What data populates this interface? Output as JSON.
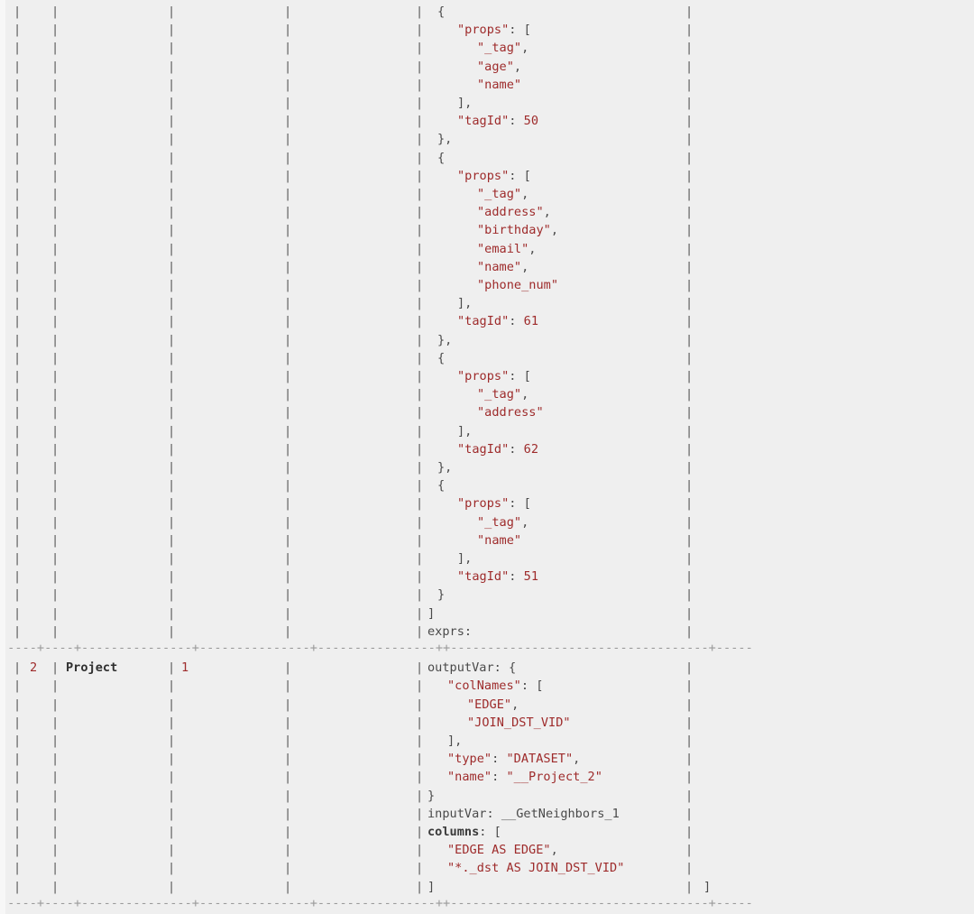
{
  "console": {
    "title": "Execution Plan Output",
    "background_color": "#efefef",
    "string_color": "#9e2b2b",
    "punct_color": "#4a4a4a",
    "separator_color": "#9a9a9a"
  },
  "table": {
    "column_separator": "|",
    "row_separator_char": "-",
    "junction_char": "+",
    "col_x": [
      15,
      57,
      186,
      315,
      461,
      760
    ],
    "row_separator_1": "+------+--------------+-------------+---------------+--------------------------------+",
    "row_separator_2": "+------+--------------+-------------+---------------+--------------------------------+"
  },
  "rows": [
    {
      "id": "",
      "name": "",
      "dependencies": "",
      "profiling_data": "",
      "operator_info_lines": [
        {
          "indent": 0,
          "tokens": [
            {
              "t": "punct",
              "v": "{"
            }
          ]
        },
        {
          "indent": 2,
          "tokens": [
            {
              "t": "str",
              "v": "\"props\""
            },
            {
              "t": "punct",
              "v": ": ["
            }
          ]
        },
        {
          "indent": 4,
          "tokens": [
            {
              "t": "str",
              "v": "\"_tag\""
            },
            {
              "t": "punct",
              "v": ","
            }
          ]
        },
        {
          "indent": 4,
          "tokens": [
            {
              "t": "str",
              "v": "\"age\""
            },
            {
              "t": "punct",
              "v": ","
            }
          ]
        },
        {
          "indent": 4,
          "tokens": [
            {
              "t": "str",
              "v": "\"name\""
            }
          ]
        },
        {
          "indent": 2,
          "tokens": [
            {
              "t": "punct",
              "v": "],"
            }
          ]
        },
        {
          "indent": 2,
          "tokens": [
            {
              "t": "str",
              "v": "\"tagId\""
            },
            {
              "t": "punct",
              "v": ": "
            },
            {
              "t": "num",
              "v": "50"
            }
          ]
        },
        {
          "indent": 0,
          "tokens": [
            {
              "t": "punct",
              "v": "},"
            }
          ]
        },
        {
          "indent": 0,
          "tokens": [
            {
              "t": "punct",
              "v": "{"
            }
          ]
        },
        {
          "indent": 2,
          "tokens": [
            {
              "t": "str",
              "v": "\"props\""
            },
            {
              "t": "punct",
              "v": ": ["
            }
          ]
        },
        {
          "indent": 4,
          "tokens": [
            {
              "t": "str",
              "v": "\"_tag\""
            },
            {
              "t": "punct",
              "v": ","
            }
          ]
        },
        {
          "indent": 4,
          "tokens": [
            {
              "t": "str",
              "v": "\"address\""
            },
            {
              "t": "punct",
              "v": ","
            }
          ]
        },
        {
          "indent": 4,
          "tokens": [
            {
              "t": "str",
              "v": "\"birthday\""
            },
            {
              "t": "punct",
              "v": ","
            }
          ]
        },
        {
          "indent": 4,
          "tokens": [
            {
              "t": "str",
              "v": "\"email\""
            },
            {
              "t": "punct",
              "v": ","
            }
          ]
        },
        {
          "indent": 4,
          "tokens": [
            {
              "t": "str",
              "v": "\"name\""
            },
            {
              "t": "punct",
              "v": ","
            }
          ]
        },
        {
          "indent": 4,
          "tokens": [
            {
              "t": "str",
              "v": "\"phone_num\""
            }
          ]
        },
        {
          "indent": 2,
          "tokens": [
            {
              "t": "punct",
              "v": "],"
            }
          ]
        },
        {
          "indent": 2,
          "tokens": [
            {
              "t": "str",
              "v": "\"tagId\""
            },
            {
              "t": "punct",
              "v": ": "
            },
            {
              "t": "num",
              "v": "61"
            }
          ]
        },
        {
          "indent": 0,
          "tokens": [
            {
              "t": "punct",
              "v": "},"
            }
          ]
        },
        {
          "indent": 0,
          "tokens": [
            {
              "t": "punct",
              "v": "{"
            }
          ]
        },
        {
          "indent": 2,
          "tokens": [
            {
              "t": "str",
              "v": "\"props\""
            },
            {
              "t": "punct",
              "v": ": ["
            }
          ]
        },
        {
          "indent": 4,
          "tokens": [
            {
              "t": "str",
              "v": "\"_tag\""
            },
            {
              "t": "punct",
              "v": ","
            }
          ]
        },
        {
          "indent": 4,
          "tokens": [
            {
              "t": "str",
              "v": "\"address\""
            }
          ]
        },
        {
          "indent": 2,
          "tokens": [
            {
              "t": "punct",
              "v": "],"
            }
          ]
        },
        {
          "indent": 2,
          "tokens": [
            {
              "t": "str",
              "v": "\"tagId\""
            },
            {
              "t": "punct",
              "v": ": "
            },
            {
              "t": "num",
              "v": "62"
            }
          ]
        },
        {
          "indent": 0,
          "tokens": [
            {
              "t": "punct",
              "v": "},"
            }
          ]
        },
        {
          "indent": 0,
          "tokens": [
            {
              "t": "punct",
              "v": "{"
            }
          ]
        },
        {
          "indent": 2,
          "tokens": [
            {
              "t": "str",
              "v": "\"props\""
            },
            {
              "t": "punct",
              "v": ": ["
            }
          ]
        },
        {
          "indent": 4,
          "tokens": [
            {
              "t": "str",
              "v": "\"_tag\""
            },
            {
              "t": "punct",
              "v": ","
            }
          ]
        },
        {
          "indent": 4,
          "tokens": [
            {
              "t": "str",
              "v": "\"name\""
            }
          ]
        },
        {
          "indent": 2,
          "tokens": [
            {
              "t": "punct",
              "v": "],"
            }
          ]
        },
        {
          "indent": 2,
          "tokens": [
            {
              "t": "str",
              "v": "\"tagId\""
            },
            {
              "t": "punct",
              "v": ": "
            },
            {
              "t": "num",
              "v": "51"
            }
          ]
        },
        {
          "indent": 0,
          "tokens": [
            {
              "t": "punct",
              "v": "}"
            }
          ]
        },
        {
          "indent": -1,
          "tokens": [
            {
              "t": "punct",
              "v": "]"
            }
          ]
        },
        {
          "indent": -1,
          "tokens": [
            {
              "t": "plain",
              "v": "exprs:"
            }
          ]
        }
      ]
    },
    {
      "id": "2",
      "name": "Project",
      "dependencies": "1",
      "profiling_data": "",
      "operator_info_lines": [
        {
          "indent": -1,
          "tokens": [
            {
              "t": "plain",
              "v": "outputVar: "
            },
            {
              "t": "punct",
              "v": "{"
            }
          ]
        },
        {
          "indent": 1,
          "tokens": [
            {
              "t": "str",
              "v": "\"colNames\""
            },
            {
              "t": "punct",
              "v": ": ["
            }
          ]
        },
        {
          "indent": 3,
          "tokens": [
            {
              "t": "str",
              "v": "\"EDGE\""
            },
            {
              "t": "punct",
              "v": ","
            }
          ]
        },
        {
          "indent": 3,
          "tokens": [
            {
              "t": "str",
              "v": "\"JOIN_DST_VID\""
            }
          ]
        },
        {
          "indent": 1,
          "tokens": [
            {
              "t": "punct",
              "v": "],"
            }
          ]
        },
        {
          "indent": 1,
          "tokens": [
            {
              "t": "str",
              "v": "\"type\""
            },
            {
              "t": "punct",
              "v": ": "
            },
            {
              "t": "str",
              "v": "\"DATASET\""
            },
            {
              "t": "punct",
              "v": ","
            }
          ]
        },
        {
          "indent": 1,
          "tokens": [
            {
              "t": "str",
              "v": "\"name\""
            },
            {
              "t": "punct",
              "v": ": "
            },
            {
              "t": "str",
              "v": "\"__Project_2\""
            }
          ]
        },
        {
          "indent": -1,
          "tokens": [
            {
              "t": "punct",
              "v": "}"
            }
          ]
        },
        {
          "indent": -1,
          "tokens": [
            {
              "t": "plain",
              "v": "inputVar: __GetNeighbors_1"
            }
          ]
        },
        {
          "indent": -1,
          "tokens": [
            {
              "t": "key-b",
              "v": "columns"
            },
            {
              "t": "punct",
              "v": ": ["
            }
          ]
        },
        {
          "indent": 1,
          "tokens": [
            {
              "t": "str",
              "v": "\"EDGE AS EDGE\""
            },
            {
              "t": "punct",
              "v": ","
            }
          ]
        },
        {
          "indent": 1,
          "tokens": [
            {
              "t": "str",
              "v": "\"*._dst AS JOIN_DST_VID\""
            }
          ]
        },
        {
          "indent": -1,
          "tokens": [
            {
              "t": "punct",
              "v": "]"
            }
          ]
        }
      ]
    }
  ],
  "trailing": {
    "bracket": "]"
  }
}
